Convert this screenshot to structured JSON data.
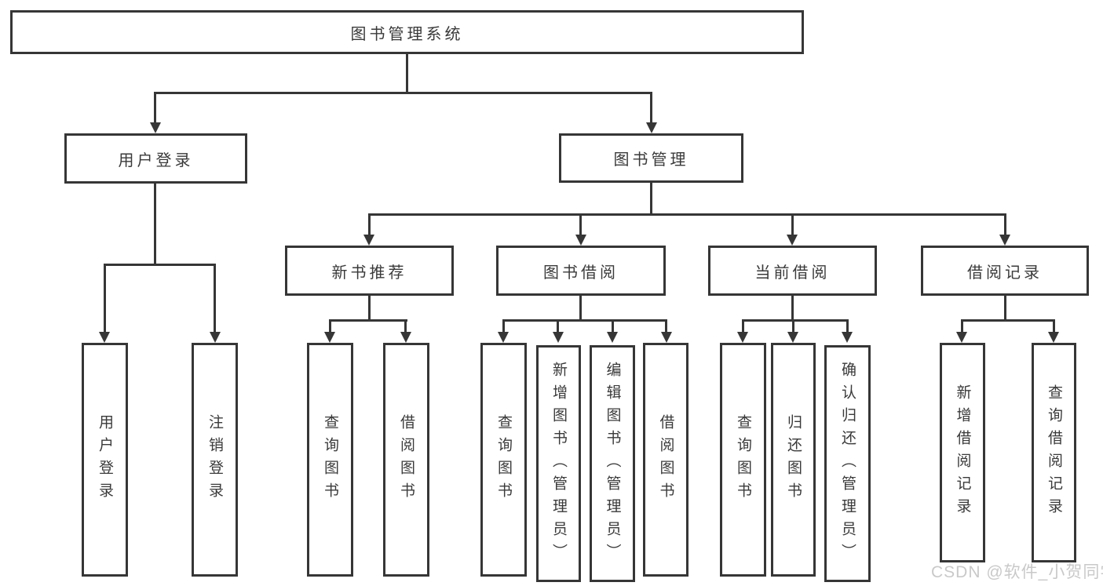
{
  "colors": {
    "line": "#363636",
    "text": "#3a3a3a",
    "node_bg": "#ffffff",
    "background": "#ffffff",
    "watermark": "#c9c9c9"
  },
  "tree": {
    "root": {
      "label": "图书管理系统"
    },
    "level2": [
      {
        "label": "用户登录",
        "children": [
          {
            "label": "用户登录"
          },
          {
            "label": "注销登录"
          }
        ]
      },
      {
        "label": "图书管理",
        "children": [
          {
            "label": "新书推荐",
            "children": [
              {
                "label": "查询图书"
              },
              {
                "label": "借阅图书"
              }
            ]
          },
          {
            "label": "图书借阅",
            "children": [
              {
                "label": "查询图书"
              },
              {
                "label": "新增图书（管理员）"
              },
              {
                "label": "编辑图书（管理员）"
              },
              {
                "label": "借阅图书"
              }
            ]
          },
          {
            "label": "当前借阅",
            "children": [
              {
                "label": "查询图书"
              },
              {
                "label": "归还图书"
              },
              {
                "label": "确认归还（管理员）"
              }
            ]
          },
          {
            "label": "借阅记录",
            "children": [
              {
                "label": "新增借阅记录"
              },
              {
                "label": "查询借阅记录"
              }
            ]
          }
        ]
      }
    ]
  },
  "watermark": {
    "label": "CSDN @软件_小贺同学"
  }
}
